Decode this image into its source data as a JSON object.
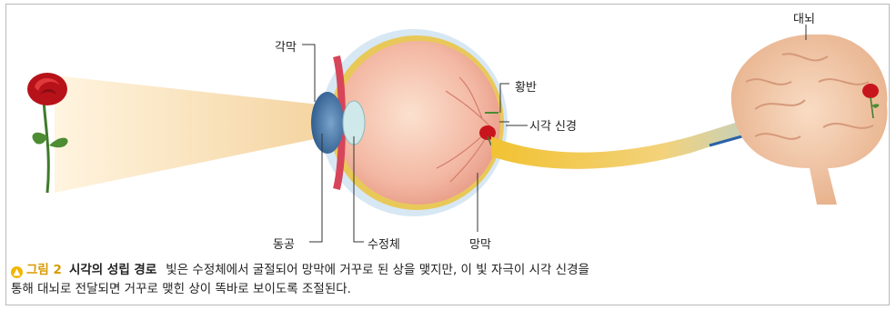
{
  "labels": {
    "cornea": "각막",
    "macula": "황반",
    "optic_nerve": "시각 신경",
    "pupil": "동공",
    "lens": "수정체",
    "retina": "망막",
    "brain": "대뇌"
  },
  "caption": {
    "figure_number": "그림 2",
    "title": "시각의 성립 경로",
    "line1": "빛은 수정체에서 굴절되어 망막에 거꾸로 된 상을 맺지만, 이 빛 자극이 시각 신경을",
    "line2": "통해 대뇌로 전달되면 거꾸로 맺힌 상이 똑바로 보이도록 조절된다."
  },
  "colors": {
    "caption_accent": "#d89a00",
    "light_beam": "#f6dcae",
    "optic_nerve": "#f1c232",
    "brain": "#f2c7a2",
    "rose": "#c8151d"
  }
}
